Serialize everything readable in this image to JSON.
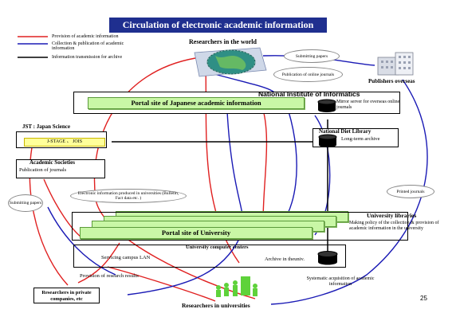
{
  "title": "Circulation of electronic academic information",
  "legend": [
    {
      "label": "Provision of academic information",
      "color": "#e02020"
    },
    {
      "label": "Collection & publication of academic information",
      "color": "#1a1ab5"
    },
    {
      "label": "Information transmission for archive",
      "color": "#000000"
    }
  ],
  "nodes": {
    "researchers_world": "Researchers in the world",
    "publishers_overseas": "Publishers overseas",
    "nii": "National Institute of Informatics",
    "portal_japan": "Portal site of Japanese academic information",
    "mirror_server": "Mirror server for overseas online journals",
    "jst": "JST : Japan Science",
    "jstage": "J-STAGE 、 JOIS",
    "ndl": "National Diet Library",
    "long_term": "Long-term archive",
    "academic_societies": "Academic Societies",
    "publication_journals": "Publication of journals",
    "univ_libraries": "University libraries",
    "policy_text": "Making policy of the collection & provision of academic information in the university",
    "portal_univ": "Portal site of University",
    "computer_centers": "University computer centers",
    "servicing_lan": "Servicing campus LAN",
    "archive_univ": "Archive in theuniv.",
    "research_results": "Provision of research results",
    "researchers_private": "Researchers in private companies, etc",
    "researchers_univ": "Researchers in universities",
    "systematic": "Systematic acquisition of academic information"
  },
  "ovals": {
    "submitting_top": "Submitting papers",
    "publication_online": "Publication of online journals",
    "submitting_left": "Submitting papers",
    "electronic_info": "Electronic information produced in universities (Bulletin, Fact data etc. )",
    "printed_journals": "Printed journals"
  },
  "page_number": "25"
}
